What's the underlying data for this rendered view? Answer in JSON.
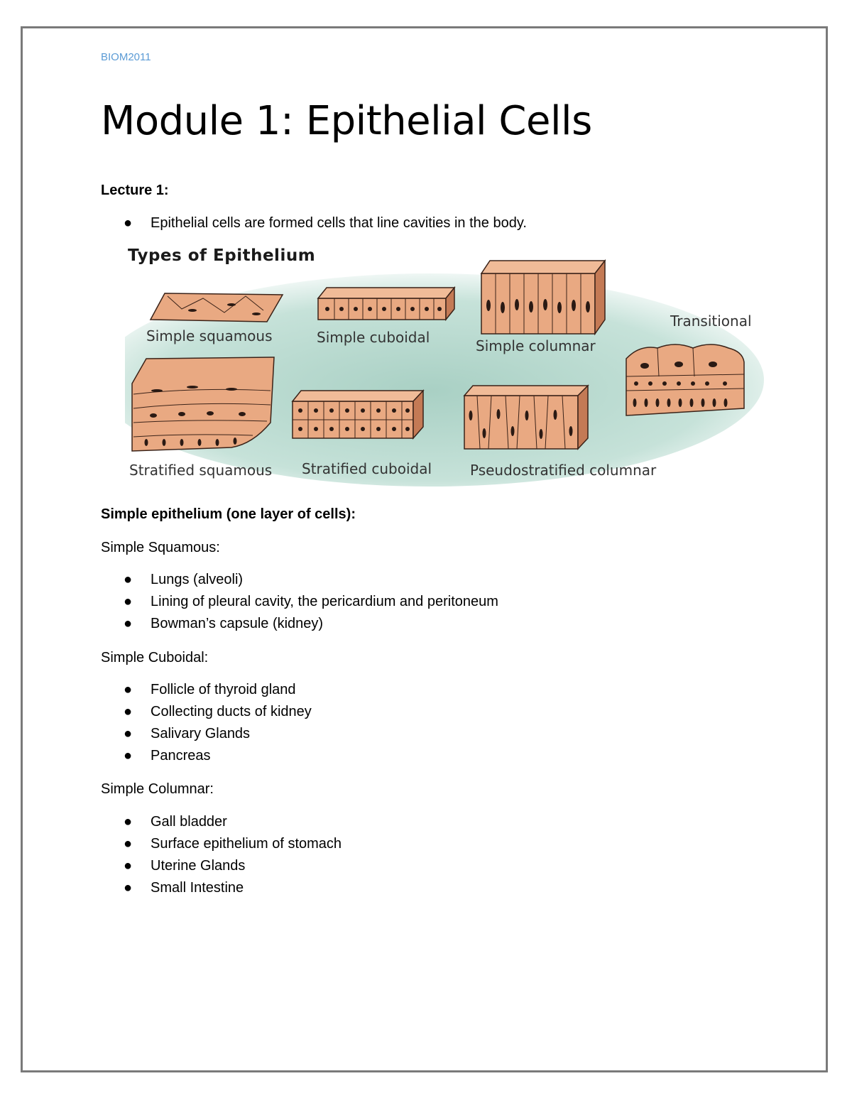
{
  "header": {
    "course_code": "BIOM2011"
  },
  "title": "Module 1: Epithelial Cells",
  "lecture_heading": "Lecture 1:",
  "intro_bullets": [
    "Epithelial cells are formed cells that line cavities in the body."
  ],
  "figure": {
    "title": "Types of Epithelium",
    "labels": {
      "simple_squamous": "Simple squamous",
      "simple_cuboidal": "Simple cuboidal",
      "simple_columnar": "Simple columnar",
      "transitional": "Transitional",
      "stratified_squamous": "Stratified squamous",
      "stratified_cuboidal": "Stratified cuboidal",
      "pseudostratified_columnar": "Pseudostratified columnar"
    },
    "colors": {
      "tissue": "#e9a982",
      "tissue_dark": "#c47a55",
      "outline": "#3a2218",
      "nucleus": "#2a1a14",
      "background_glow": "#b9d9cf"
    }
  },
  "simple_heading": "Simple epithelium (one layer of cells):",
  "sections": [
    {
      "heading": "Simple Squamous:",
      "items": [
        "Lungs (alveoli)",
        "Lining of pleural cavity, the pericardium and peritoneum",
        "Bowman’s capsule (kidney)"
      ]
    },
    {
      "heading": "Simple Cuboidal:",
      "items": [
        "Follicle of thyroid gland",
        "Collecting ducts of kidney",
        "Salivary Glands",
        "Pancreas"
      ]
    },
    {
      "heading": "Simple Columnar:",
      "items": [
        "Gall bladder",
        "Surface epithelium of stomach",
        "Uterine Glands",
        "Small Intestine"
      ]
    }
  ]
}
